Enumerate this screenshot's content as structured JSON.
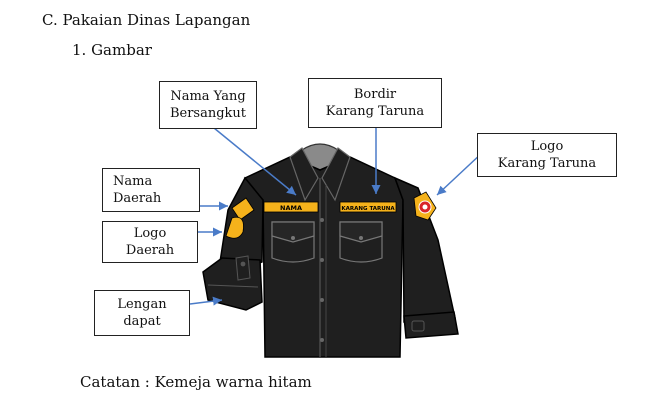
{
  "heading": "C.  Pakaian Dinas Lapangan",
  "subheading": "1. Gambar",
  "labels": {
    "nama_yang": "Nama Yang",
    "bersangkut": "Bersangkut",
    "bordir": "Bordir",
    "karang_taruna_bordir": "Karang Taruna",
    "logo_kt": "Logo",
    "karang_taruna_logo": "Karang Taruna",
    "nama": "Nama",
    "daerah_nama": "Daerah",
    "logo_daerah": "Logo",
    "daerah_logo": "Daerah",
    "lengan": "Lengan",
    "dapat": "dapat"
  },
  "shirt": {
    "name_tag": "NAMA",
    "kt_tag": "KARANG TARUNA"
  },
  "note": "Catatan : Kemeja warna hitam",
  "colors": {
    "shirt": "#1f1f1f",
    "collar": "#8a8a8a",
    "tag": "#f5b21b",
    "arrow": "#4a7bc8"
  }
}
